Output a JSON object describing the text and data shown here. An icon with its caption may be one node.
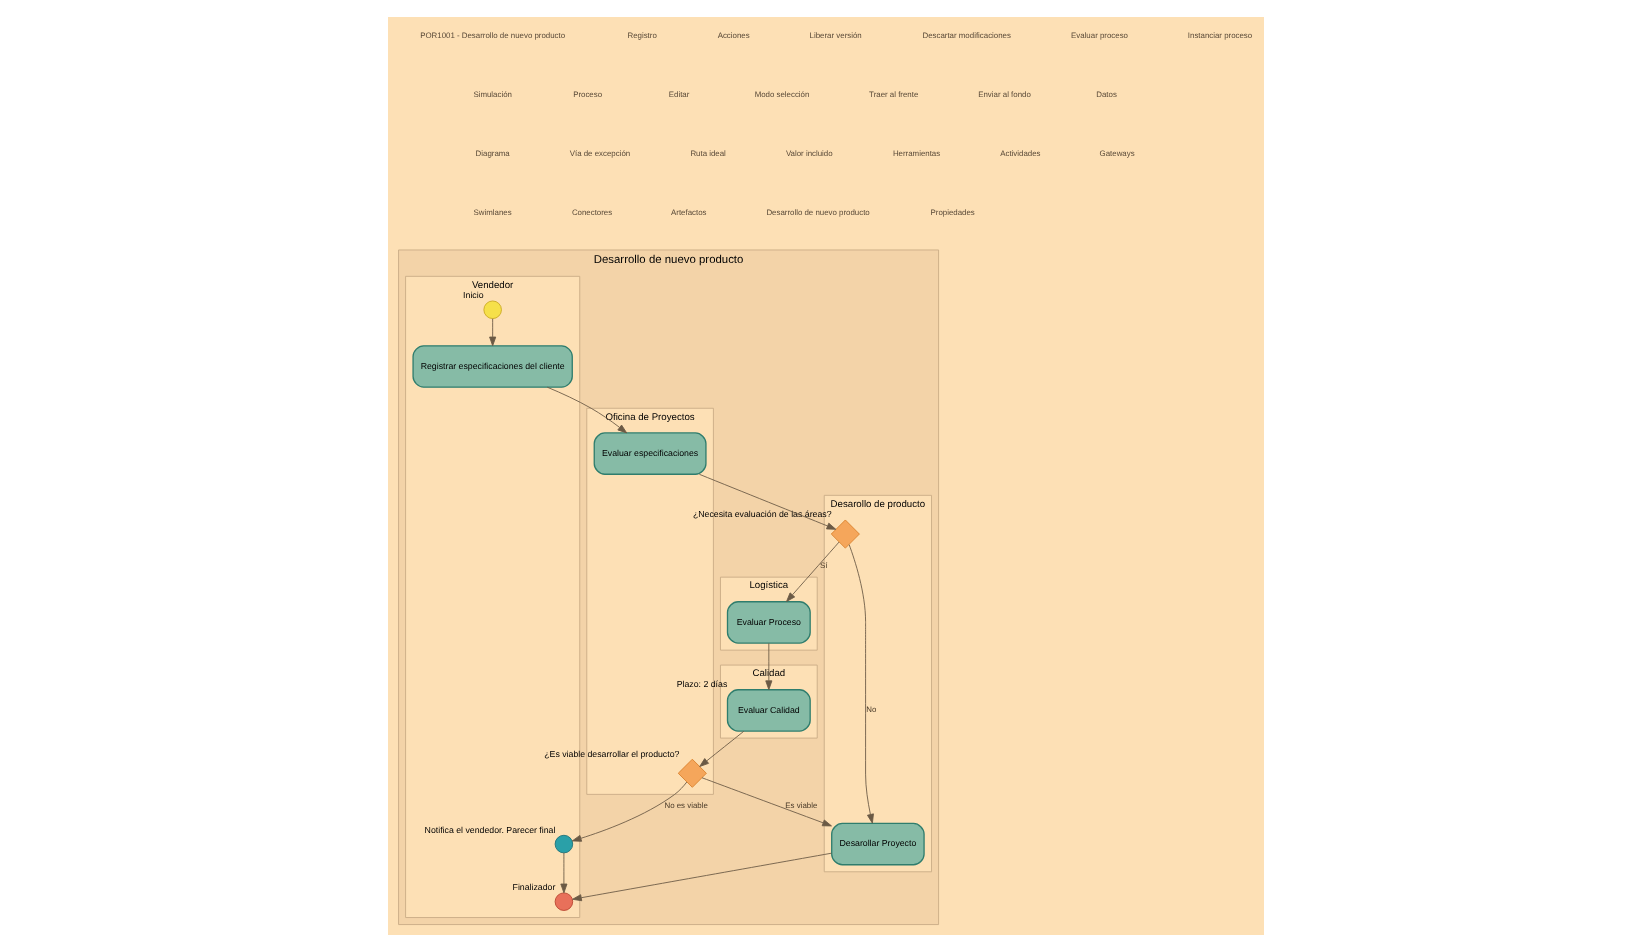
{
  "diagram": {
    "nodes": [
      {
        "text": [
          "Desarrollo de nuevo producto"
        ]
      },
      {
        "text": [
          "Vendedor"
        ],
        "in": 0
      },
      {
        "text": [
          "Oficina de Proyectos"
        ],
        "in": 0
      },
      {
        "text": [
          "Desarollo de producto"
        ],
        "in": 0
      },
      {
        "text": [
          "Logística"
        ],
        "in": 0
      },
      {
        "text": [
          "Calidad"
        ],
        "in": 0
      },
      {
        "text": [],
        "shape": "circle",
        "in": 1,
        "beside": [
          "Inicio"
        ]
      },
      {
        "text": [
          "Registrar especificaciones del cliente"
        ],
        "in": 1
      },
      {
        "text": [
          "Evaluar especificaciones"
        ],
        "in": 2
      },
      {
        "text": [],
        "shape": "diamond",
        "in": 3,
        "beside": [
          "¿Necesita evaluación de las áreas?"
        ]
      },
      {
        "text": [
          "Evaluar Proceso"
        ],
        "in": 4
      },
      {
        "text": [
          "Evaluar Calidad"
        ],
        "in": 5,
        "beside": [
          "Plazo: 2 días"
        ]
      },
      {
        "text": [],
        "shape": "diamond",
        "in": 2,
        "beside": [
          "¿Es viable desarrollar el producto?"
        ]
      },
      {
        "text": [],
        "shape": "circle",
        "in": 1,
        "beside": [
          "Notifica el vendedor. Parecer final"
        ]
      },
      {
        "text": [],
        "shape": "circle",
        "in": 1,
        "beside": [
          "Finalizador"
        ]
      },
      {
        "text": [
          "Desarollar Proyecto"
        ],
        "in": 3
      }
    ],
    "edges": [
      {
        "from": 6,
        "to": 7,
        "arrow": "to"
      },
      {
        "from": 7,
        "to": 8,
        "arrow": "to"
      },
      {
        "from": 8,
        "to": 9,
        "arrow": "to"
      },
      {
        "from": 9,
        "to": 10,
        "label": "Sí",
        "arrow": "to"
      },
      {
        "from": 9,
        "to": 15,
        "label": "No",
        "arrow": "to"
      },
      {
        "from": 10,
        "to": 11,
        "arrow": "to"
      },
      {
        "from": 11,
        "to": 12,
        "arrow": "to"
      },
      {
        "from": 12,
        "to": 13,
        "label": "No es viable",
        "arrow": "to"
      },
      {
        "from": 12,
        "to": 15,
        "label": "Es viable",
        "arrow": "to"
      },
      {
        "from": 13,
        "to": 14,
        "arrow": "to"
      },
      {
        "from": 15,
        "to": 14,
        "arrow": "to"
      }
    ],
    "labels": [
      "POR1001 - Desarrollo de nuevo producto",
      "Registro",
      "Acciones",
      "Liberar versión",
      "Descartar modificaciones",
      "Evaluar proceso",
      "Instanciar proceso",
      "Simulación",
      "Proceso",
      "Editar",
      "Modo selección",
      "Traer al frente",
      "Enviar al fondo",
      "Datos",
      "Diagrama",
      "Vía de excepción",
      "Ruta ideal",
      "Valor incluido",
      "Herramientas",
      "Actividades",
      "Gateways",
      "Swimlanes",
      "Conectores",
      "Artefactos",
      "Desarrollo de nuevo producto",
      "Propiedades"
    ]
  }
}
